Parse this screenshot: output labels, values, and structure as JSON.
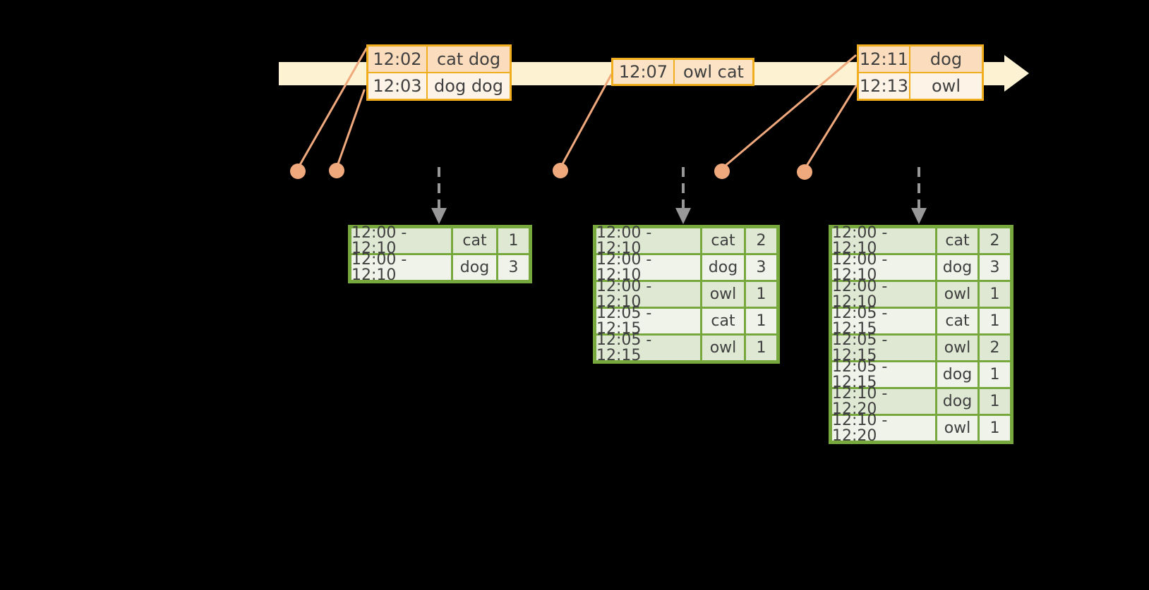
{
  "diagram": {
    "event_tables": [
      {
        "rows": [
          {
            "time": "12:02",
            "words": "cat dog"
          },
          {
            "time": "12:03",
            "words": "dog dog"
          }
        ]
      },
      {
        "rows": [
          {
            "time": "12:07",
            "words": "owl cat"
          }
        ]
      },
      {
        "rows": [
          {
            "time": "12:11",
            "words": "dog"
          },
          {
            "time": "12:13",
            "words": "owl"
          }
        ]
      }
    ],
    "result_tables": [
      {
        "rows": [
          {
            "window": "12:00 - 12:10",
            "word": "cat",
            "count": "1"
          },
          {
            "window": "12:00 - 12:10",
            "word": "dog",
            "count": "3"
          }
        ]
      },
      {
        "rows": [
          {
            "window": "12:00 - 12:10",
            "word": "cat",
            "count": "2"
          },
          {
            "window": "12:00 - 12:10",
            "word": "dog",
            "count": "3"
          },
          {
            "window": "12:00 - 12:10",
            "word": "owl",
            "count": "1"
          },
          {
            "window": "12:05 - 12:15",
            "word": "cat",
            "count": "1"
          },
          {
            "window": "12:05 - 12:15",
            "word": "owl",
            "count": "1"
          }
        ]
      },
      {
        "rows": [
          {
            "window": "12:00 - 12:10",
            "word": "cat",
            "count": "2"
          },
          {
            "window": "12:00 - 12:10",
            "word": "dog",
            "count": "3"
          },
          {
            "window": "12:00 - 12:10",
            "word": "owl",
            "count": "1"
          },
          {
            "window": "12:05 - 12:15",
            "word": "cat",
            "count": "1"
          },
          {
            "window": "12:05 - 12:15",
            "word": "owl",
            "count": "2"
          },
          {
            "window": "12:05 - 12:15",
            "word": "dog",
            "count": "1"
          },
          {
            "window": "12:10 - 12:20",
            "word": "dog",
            "count": "1"
          },
          {
            "window": "12:10 - 12:20",
            "word": "owl",
            "count": "1"
          }
        ]
      }
    ],
    "colors": {
      "background": "#000000",
      "timeline_band": "#fdf3d3",
      "event_table_border": "#f0ad1e",
      "event_row_peach": "#fbdcbc",
      "event_row_cream": "#fdf3e7",
      "result_table_border": "#77a83e",
      "result_row_odd": "#dee8d3",
      "result_row_even": "#eff3ea",
      "dot_and_line": "#f0a97c",
      "trigger_arrow": "#989898",
      "text": "#3f3f3f"
    }
  }
}
